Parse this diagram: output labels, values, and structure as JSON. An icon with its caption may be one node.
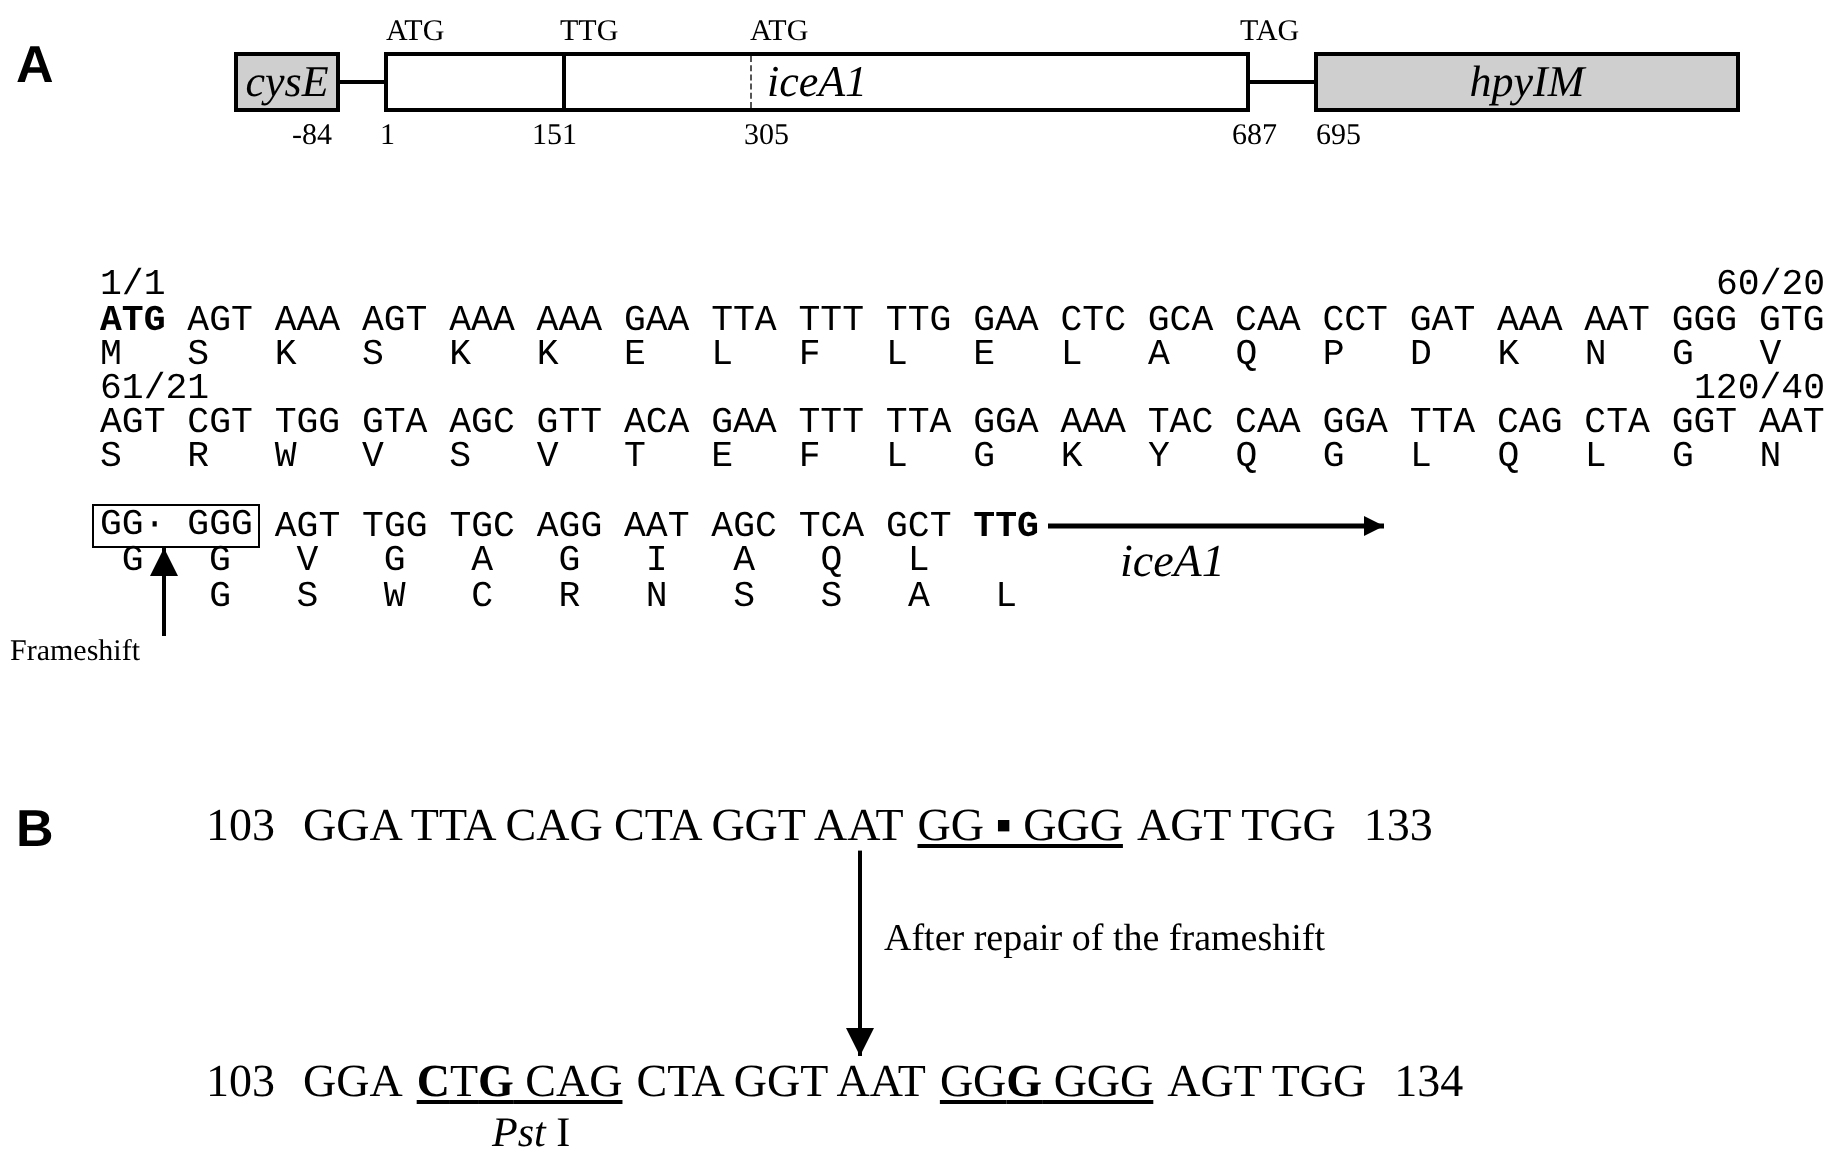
{
  "diagram": {
    "nodes": [
      {
        "text": [
          "cysE"
        ]
      },
      {
        "text": [
          "iceA1"
        ]
      },
      {
        "text": [
          "hpyIM"
        ]
      },
      {
        "text": [
          "GG· GGG"
        ]
      },
      {
        "text": [
          "Frameshift"
        ]
      },
      {
        "text": [
          "103",
          "GGA TTA CAG CTA GGT AAT",
          "GG ▪ GGG",
          "AGT TGG",
          "133"
        ]
      },
      {
        "text": [
          "103",
          "GGA",
          "**C**T**G** CAG",
          "CTA GGT AAT",
          "GG**G** GGG",
          "AGT TGG",
          "134"
        ]
      }
    ],
    "edges": [
      {
        "from": 0,
        "to": 1,
        "arrow": "none"
      },
      {
        "from": 1,
        "to": 2,
        "arrow": "none"
      },
      {
        "from": 4,
        "to": 3,
        "arrow": "to"
      },
      {
        "from": 5,
        "to": 6,
        "arrow": "to",
        "label": "After repair of the frameshift"
      }
    ],
    "labels": [
      "A",
      "ATG",
      "TTG",
      "ATG",
      "TAG",
      "-84",
      "1",
      "151",
      "305",
      "687",
      "695",
      "1/1",
      "60/20",
      "**ATG** AGT AAA AGT AAA AAA GAA TTA TTT TTG GAA CTC GCA CAA CCT GAT AAA AAT GGG GTG",
      "M S K S K K E L F L E L A Q P D K N G V",
      "61/21",
      "120/40",
      "AGT CGT TGG GTA AGC GTT ACA GAA TTT TTA GGA AAA TAC CAA GGA TTA CAG CTA GGT AAT",
      "S R W V S V T E F L G K Y Q G L Q L G N",
      "AGT TGG TGC AGG AAT AGC TCA GCT **TTG**",
      "G G V G A G I A Q L",
      "G S W C R N S S A L",
      "iceA1",
      "B",
      "*Pst* I"
    ]
  }
}
